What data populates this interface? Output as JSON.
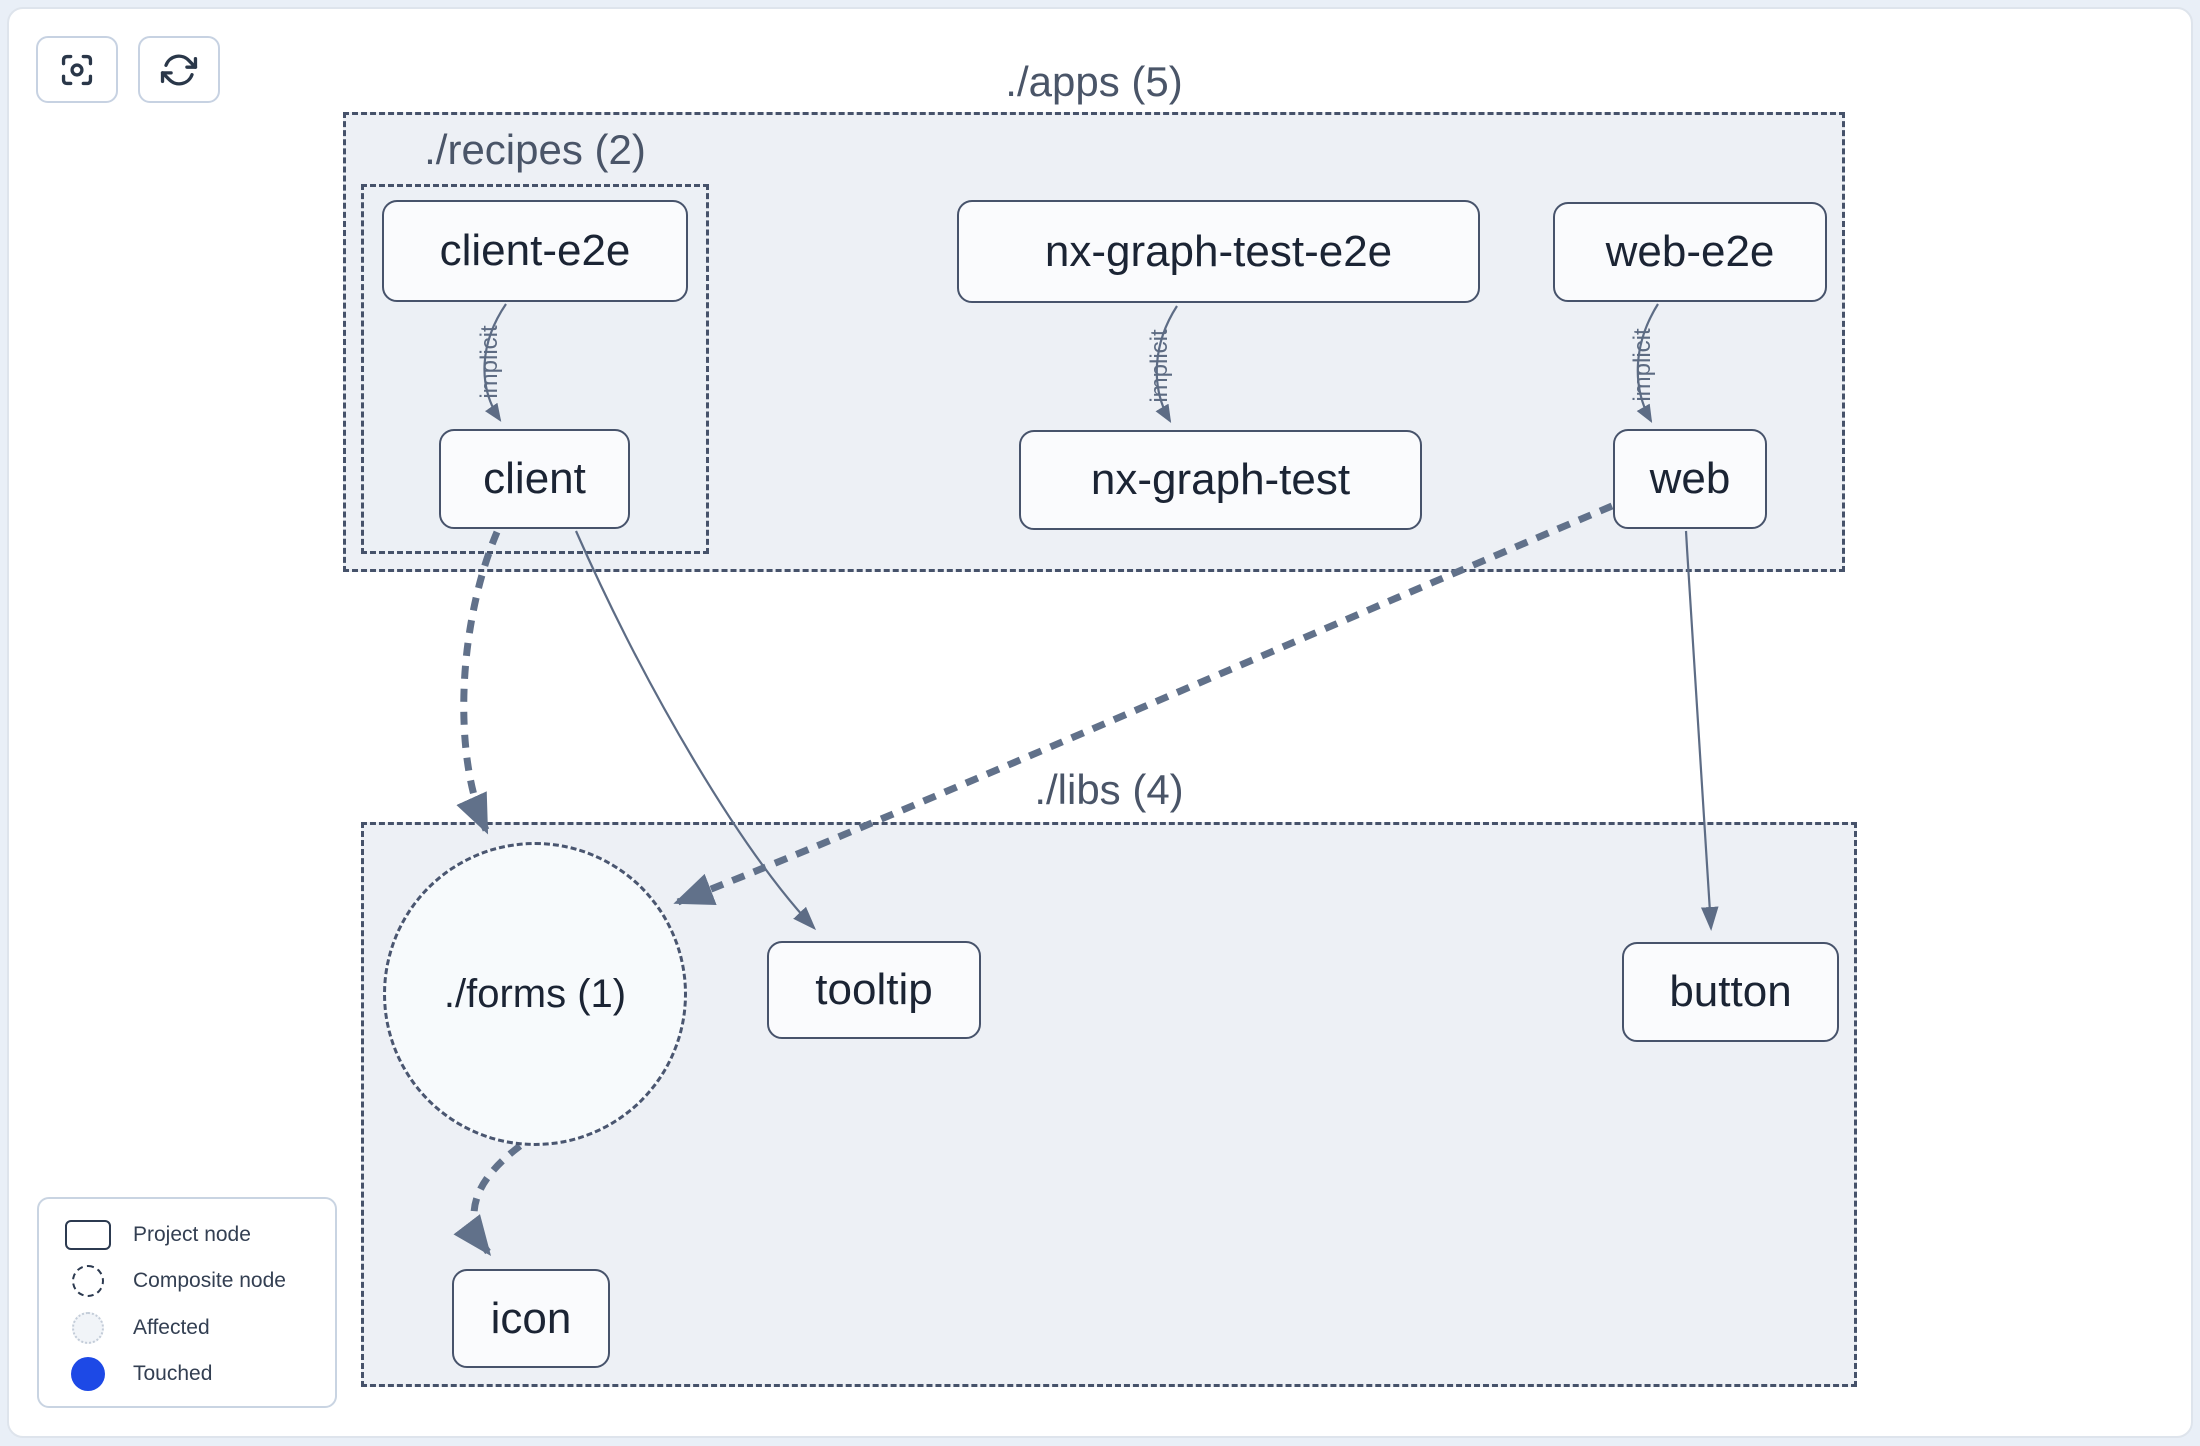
{
  "toolbar": {
    "focus_button": {
      "icon": "focus-icon",
      "title": "Focus graph"
    },
    "refresh_button": {
      "icon": "refresh-icon",
      "title": "Refresh graph"
    }
  },
  "clusters": {
    "apps": {
      "label": "./apps (5)"
    },
    "recipes": {
      "label": "./recipes (2)"
    },
    "libs": {
      "label": "./libs (4)"
    },
    "forms": {
      "label": "./forms (1)",
      "shape": "composite-circle"
    }
  },
  "nodes": {
    "client_e2e": {
      "label": "client-e2e"
    },
    "nx_graph_test_e2e": {
      "label": "nx-graph-test-e2e"
    },
    "web_e2e": {
      "label": "web-e2e"
    },
    "client": {
      "label": "client"
    },
    "nx_graph_test": {
      "label": "nx-graph-test"
    },
    "web": {
      "label": "web"
    },
    "tooltip": {
      "label": "tooltip"
    },
    "button": {
      "label": "button"
    },
    "icon": {
      "label": "icon"
    }
  },
  "edges": [
    {
      "from": "client-e2e",
      "to": "client",
      "type": "implicit",
      "label": "implicit"
    },
    {
      "from": "nx-graph-test-e2e",
      "to": "nx-graph-test",
      "type": "implicit",
      "label": "implicit"
    },
    {
      "from": "web-e2e",
      "to": "web",
      "type": "implicit",
      "label": "implicit"
    },
    {
      "from": "client",
      "to": "tooltip",
      "type": "static"
    },
    {
      "from": "web",
      "to": "button",
      "type": "static"
    },
    {
      "from": "client",
      "to": "./forms",
      "type": "affected-dashed"
    },
    {
      "from": "web",
      "to": "./forms",
      "type": "affected-dashed"
    },
    {
      "from": "./forms",
      "to": "icon",
      "type": "affected-dashed"
    }
  ],
  "legend": {
    "items": [
      {
        "label": "Project node",
        "swatch": "project-rect"
      },
      {
        "label": "Composite node",
        "swatch": "composite-circle"
      },
      {
        "label": "Affected",
        "swatch": "affected-circle"
      },
      {
        "label": "Touched",
        "swatch": "touched-circle"
      }
    ]
  },
  "colors": {
    "cluster_fill": "#edf0f5",
    "node_border": "#47536b",
    "edge": "#5d6c85",
    "touched_blue": "#1d49e6",
    "text_dark": "#1b2434"
  }
}
